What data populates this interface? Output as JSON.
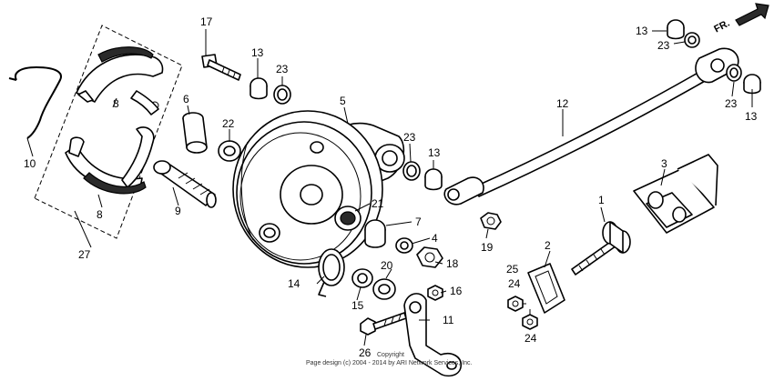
{
  "diagram": {
    "direction_label": "FR.",
    "copyright_line1": "Copyright",
    "copyright_line2": "Page design (c) 2004 - 2014 by ARI Network Services, Inc.",
    "callouts": {
      "c1": "1",
      "c2": "2",
      "c3": "3",
      "c4": "4",
      "c5": "5",
      "c6": "6",
      "c7": "7",
      "c8a": "8",
      "c8b": "8",
      "c9": "9",
      "c10": "10",
      "c11": "11",
      "c12": "12",
      "c13a": "13",
      "c13b": "13",
      "c13c": "13",
      "c13d": "13",
      "c14": "14",
      "c15": "15",
      "c16": "16",
      "c17": "17",
      "c18": "18",
      "c19": "19",
      "c20": "20",
      "c21": "21",
      "c22": "22",
      "c23a": "23",
      "c23b": "23",
      "c23c": "23",
      "c23d": "23",
      "c24a": "24",
      "c24b": "24",
      "c25": "25",
      "c26": "26",
      "c27": "27"
    }
  }
}
